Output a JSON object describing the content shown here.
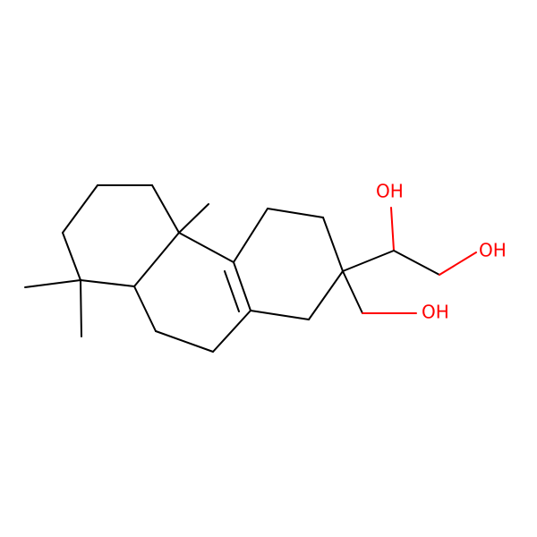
{
  "colors": {
    "carbon": "#000000",
    "oxygen": "#ff0000",
    "background": "#ffffff"
  },
  "labels": {
    "oh_top": "OH",
    "oh_right": "OH",
    "oh_bottom": "OH"
  }
}
